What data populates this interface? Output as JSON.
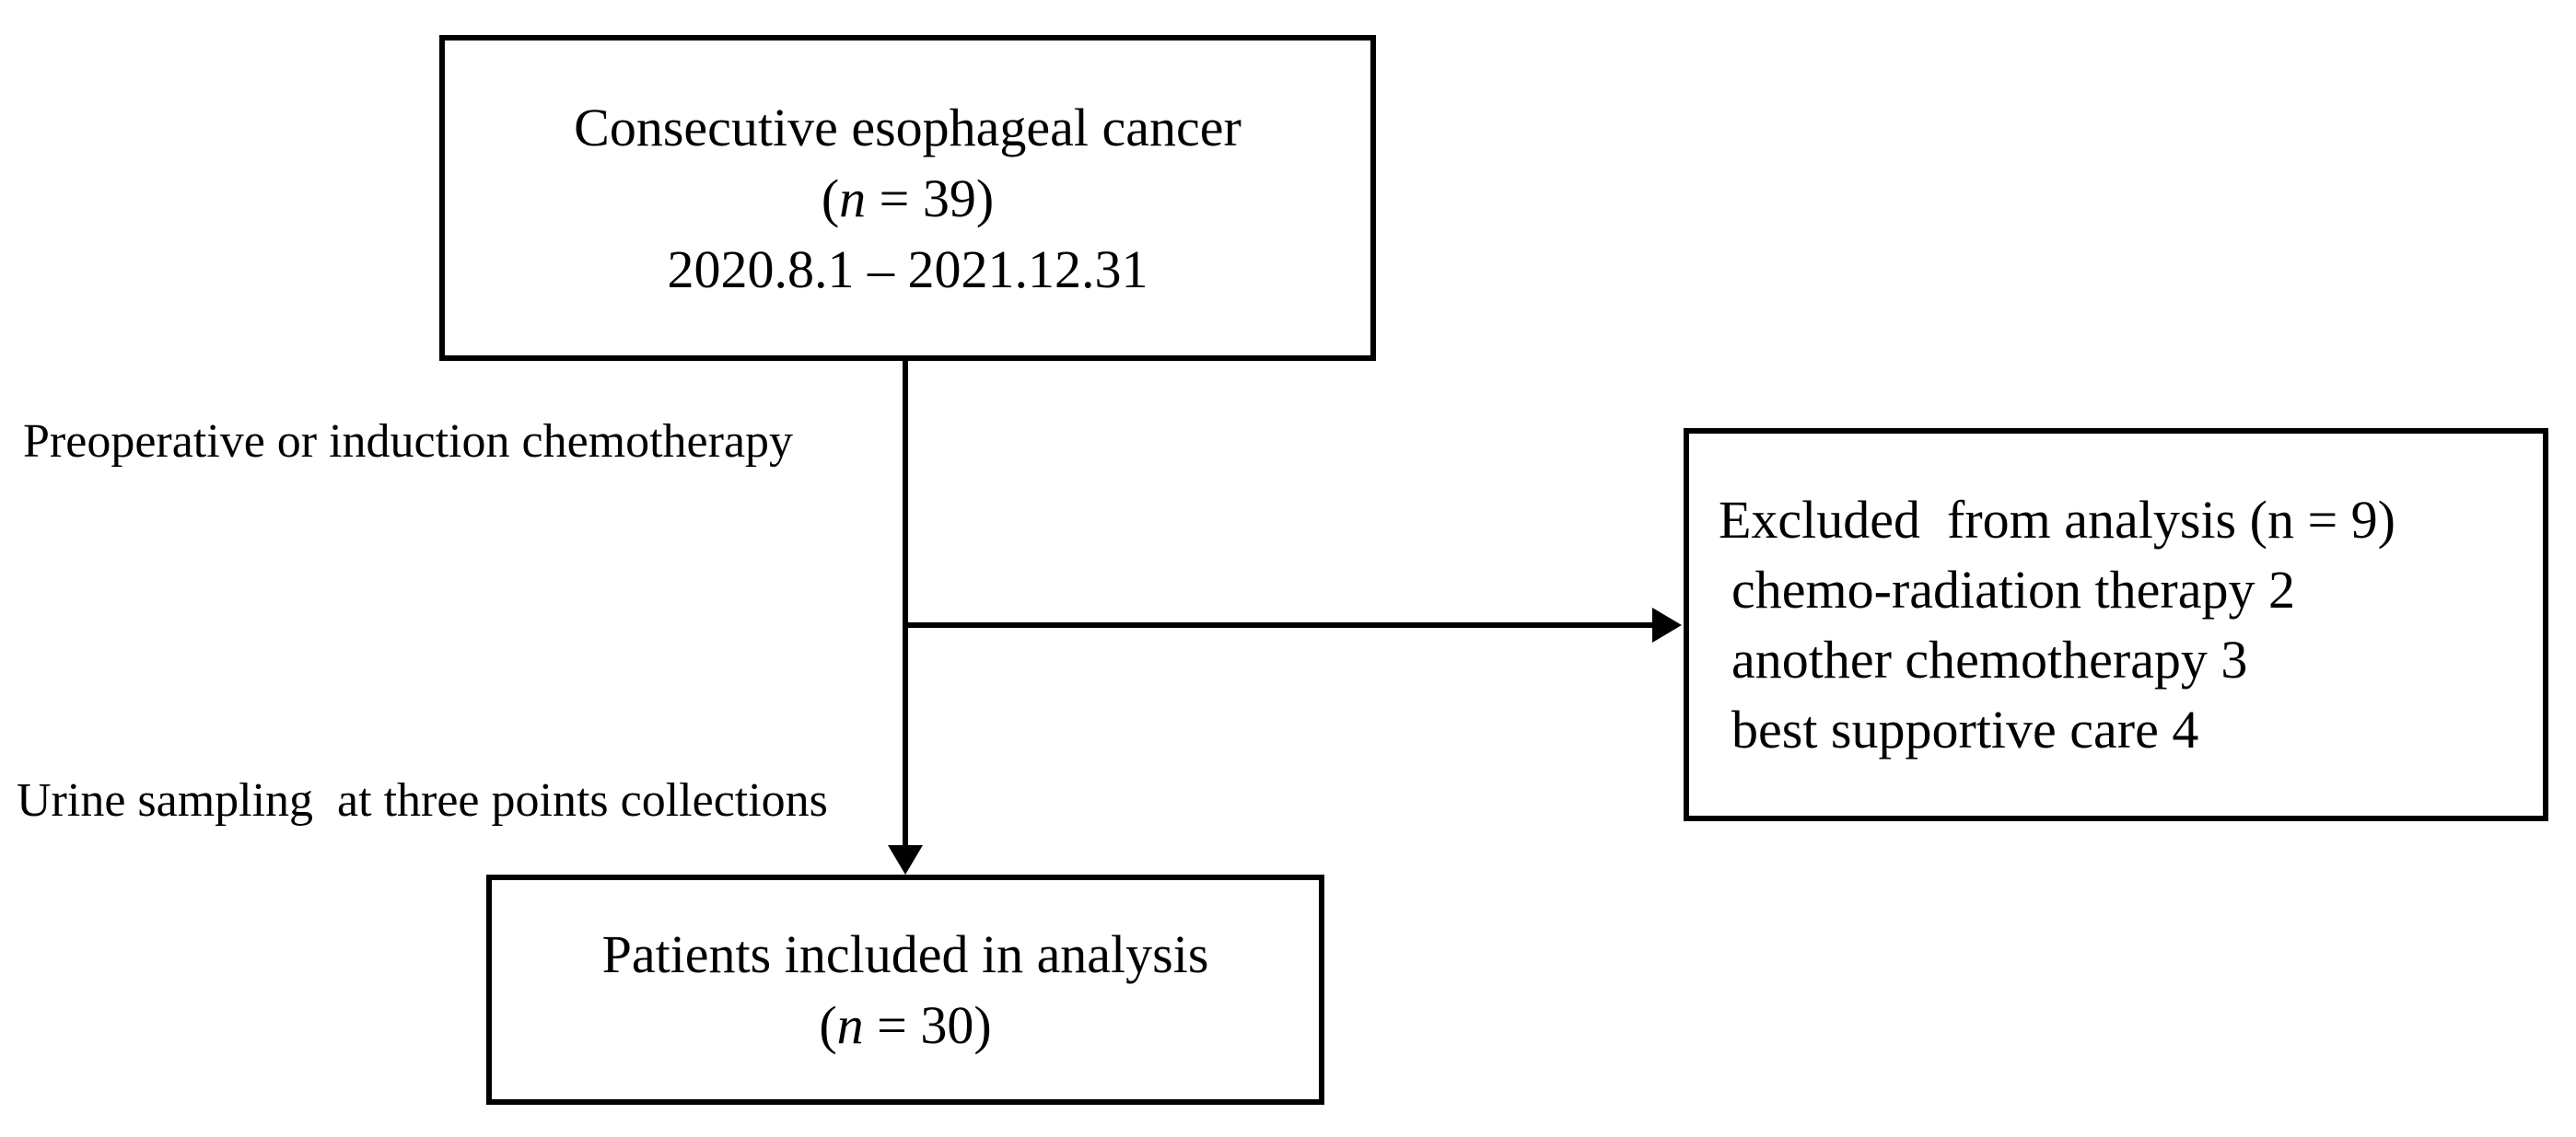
{
  "diagram": {
    "boxes": {
      "enrollment": {
        "line1": "Consecutive esophageal cancer",
        "count_open": "(",
        "count_var": "n",
        "count_rest": " = 39)",
        "line3": "2020.8.1 – 2021.12.31"
      },
      "excluded": {
        "line1": "Excluded  from analysis (n = 9)",
        "items": [
          "chemo-radiation therapy 2",
          "another chemotherapy 3",
          "best supportive care 4"
        ]
      },
      "included": {
        "line1": "Patients included in analysis",
        "count_open": "(",
        "count_var": "n",
        "count_rest": " = 30)"
      }
    },
    "labels": {
      "step1": "Preoperative or induction chemotherapy",
      "step2": "Urine sampling  at three points collections"
    },
    "colors": {
      "line": "#000000",
      "background": "#ffffff"
    }
  }
}
